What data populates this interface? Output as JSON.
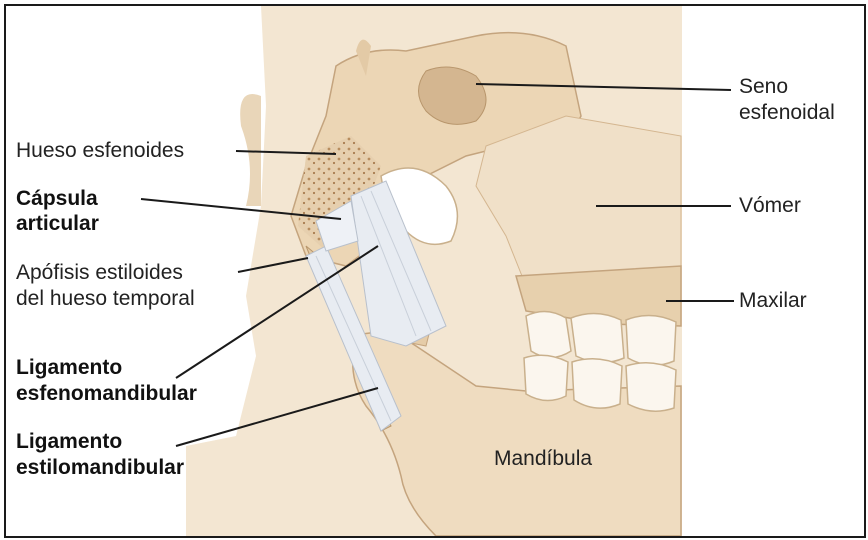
{
  "labels": {
    "hueso_esfenoides": "Hueso esfenoides",
    "capsula_line1": "Cápsula",
    "capsula_line2": "articular",
    "apofisis_line1": "Apófisis estiloides",
    "apofisis_line2": "del hueso temporal",
    "lig_esfeno_line1": "Ligamento",
    "lig_esfeno_line2": "esfenomandibular",
    "lig_estilo_line1": "Ligamento",
    "lig_estilo_line2": "estilomandibular",
    "seno_line1": "Seno",
    "seno_line2": "esfenoidal",
    "vomer": "Vómer",
    "maxilar": "Maxilar",
    "mandibula": "Mandíbula"
  },
  "colors": {
    "bone": "#efdcc0",
    "bone_shadow": "#d9bf9c",
    "bone_dark": "#c4a47e",
    "ligament": "#e8ecf2",
    "ligament_edge": "#b8c0cc",
    "leader": "#1a1a1a"
  }
}
